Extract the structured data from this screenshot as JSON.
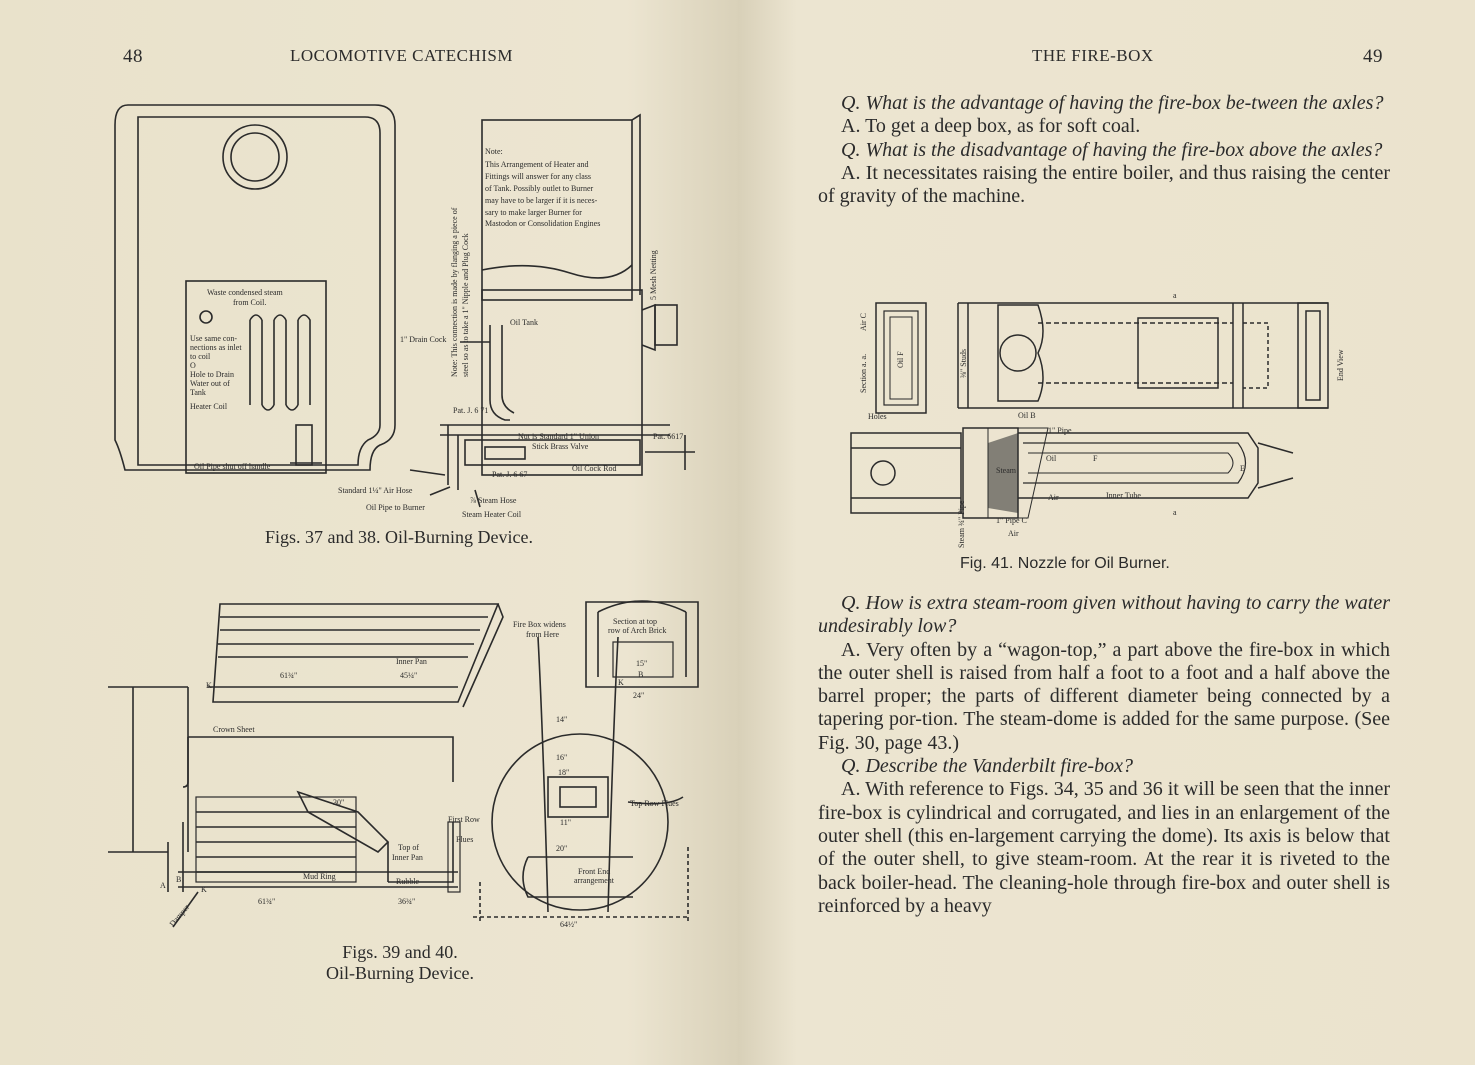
{
  "left_page": {
    "page_number": "48",
    "running_head": "LOCOMOTIVE CATECHISM",
    "fig_37_38": {
      "caption": "Figs. 37 and 38.  Oil-Burning Device.",
      "labels": {
        "waste": "Waste condensed steam",
        "from_coil": "from Coil.",
        "use_same": "Use same con-",
        "nections": "nections as inlet",
        "to_coil": "to coil",
        "o": "O",
        "hole_drain": "Hole to Drain",
        "water_out": "Water out of",
        "tank": "Tank",
        "heater_coil": "Heater Coil",
        "oil_pipe_shut": "Oil Pipe shut off handle",
        "note_vertical": "Note: This connection is made by flanging a piece of",
        "note_vertical2": "steel so as to take a 1\" Nipple and Plug Cock",
        "note_title": "Note:",
        "note_1": "This Arrangement of Heater and",
        "note_2": "Fittings will answer for any class",
        "note_3": "of Tank. Possibly outlet to Burner",
        "note_4": "may have to be larger if it is neces-",
        "note_5": "sary to make larger Burner for",
        "note_6": "Mastodon or Consolidation Engines",
        "mesh": "5 Mesh Netting",
        "drain_cock": "1\" Drain Cock",
        "oil_tank": "Oil Tank",
        "pat_j671": "Pat. J. 6 71",
        "nut": "Nut is Standard 1\" Union",
        "stick": "Stick Brass Valve",
        "pat_j667": "Pat. J. 6 67",
        "oil_cock_rod": "Oil Cock Rod",
        "pat_6617": "Pat. 6617",
        "air_hose": "Standard 1¼\" Air Hose",
        "oil_pipe_burner": "Oil Pipe to Burner",
        "steam_hose": "⅞ Steam Hose",
        "steam_heater_coil": "Steam Heater Coil"
      }
    },
    "fig_39_40": {
      "caption_line1": "Figs. 39 and 40.",
      "caption_line2": "Oil-Burning Device.",
      "labels": {
        "inner_pan": "Inner Pan",
        "dim_61": "61¾\"",
        "dim_45": "45¼\"",
        "k1": "K",
        "fire_box_widens": "Fire Box widens",
        "from_here": "from Here",
        "section_top": "Section at top",
        "row_arch": "row of Arch Brick",
        "dim_15": "15\"",
        "b": "B",
        "k2": "K",
        "dim_24": "24\"",
        "crown_sheet": "Crown Sheet",
        "dim_14": "14\"",
        "dim_16": "16\"",
        "dim_18": "18\"",
        "dim_30": "30\"",
        "first_row": "First Row",
        "flues": "Flues",
        "top_row_flues": "Top Row Flues",
        "top_of": "Top of",
        "inner_pan2": "Inner Pan",
        "dim_11": "11\"",
        "dim_20": "20\"",
        "mud_ring": "Mud Ring",
        "rubble": "Rubble",
        "front_end": "Front End",
        "arrangement": "arrangement",
        "a": "A",
        "b2": "B",
        "k3": "K",
        "dim_61b": "61¾\"",
        "dim_36": "36¾\"",
        "dim_64": "64½\"",
        "damper": "Damper"
      }
    }
  },
  "right_page": {
    "page_number": "49",
    "running_head": "THE FIRE-BOX",
    "paragraphs_top": [
      {
        "type": "q",
        "text": "Q. What is the advantage of having the fire-box be-tween the axles?"
      },
      {
        "type": "a",
        "text": "A. To get a deep box, as for soft coal."
      },
      {
        "type": "q",
        "text": "Q. What is the disadvantage of having the fire-box above the axles?"
      },
      {
        "type": "a",
        "text": "A. It necessitates raising the entire boiler, and thus raising the center of gravity of the machine."
      }
    ],
    "fig_41": {
      "caption": "Fig. 41.  Nozzle for Oil Burner.",
      "labels": {
        "section": "Section a. a.",
        "air_c": "Air C",
        "oil_f": "Oil F",
        "holes": "Holes",
        "studs": "⅜\" Studs",
        "oil_b": "Oil B",
        "pipe_1": "1\" Pipe",
        "oil": "Oil",
        "f": "F",
        "steam": "Steam",
        "air": "Air",
        "inner_tube": "Inner Tube",
        "pipe_c": "1\" Pipe C",
        "air2": "Air",
        "steam_pipe": "Steam ¾\" Pipe",
        "end_view": "End View",
        "a_mark": "a",
        "a_mark2": "a",
        "e": "E"
      }
    },
    "paragraphs_bottom": [
      {
        "type": "q",
        "text": "Q. How is extra steam-room given without having to carry the water undesirably low?"
      },
      {
        "type": "a",
        "text": "A. Very often by a “wagon-top,” a part above the fire-box in which the outer shell is raised from half a foot to a foot and a half above the barrel proper; the parts of different diameter being connected by a tapering por-tion. The steam-dome is added for the same purpose. (See Fig. 30, page 43.)"
      },
      {
        "type": "q",
        "text": "Q. Describe the Vanderbilt fire-box?"
      },
      {
        "type": "a",
        "text": "A. With reference to Figs. 34, 35 and 36 it will be seen that the inner fire-box is cylindrical and corrugated, and lies in an enlargement of the outer shell (this en-largement carrying the dome). Its axis is below that of the outer shell, to give steam-room. At the rear it is riveted to the back boiler-head. The cleaning-hole through fire-box and outer shell is reinforced by a heavy"
      }
    ]
  }
}
